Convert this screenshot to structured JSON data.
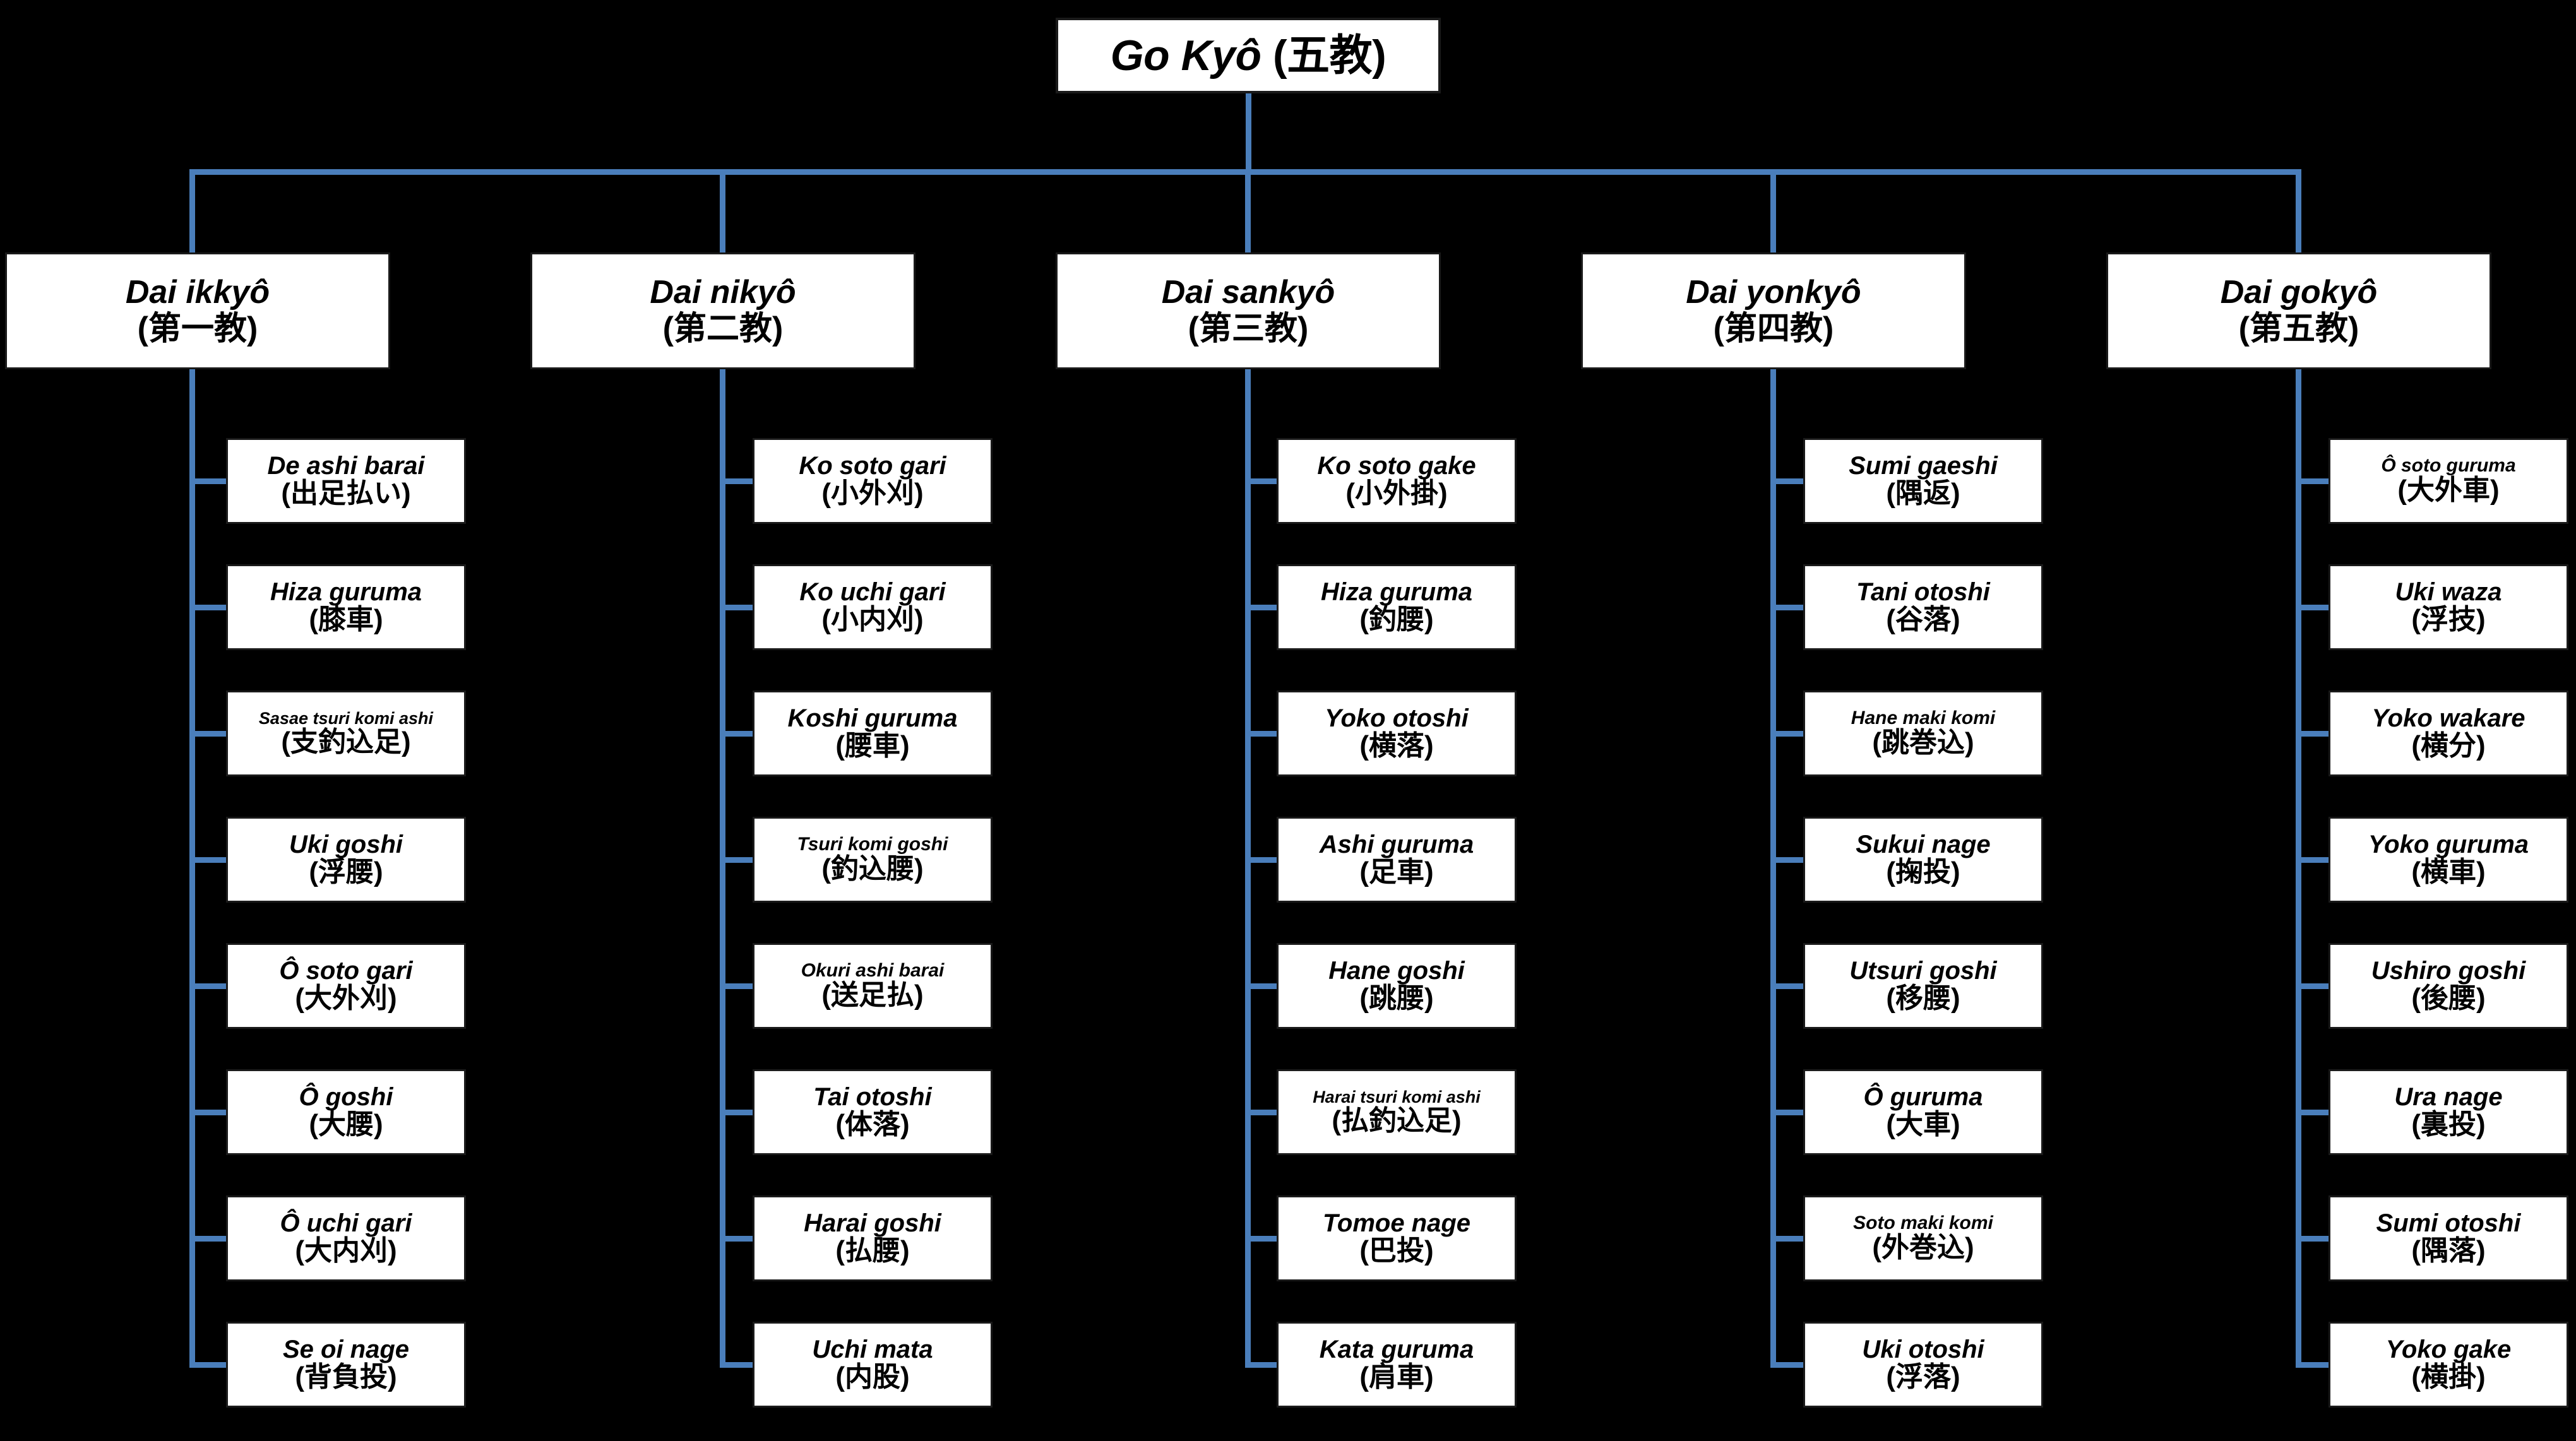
{
  "diagram": {
    "title_romaji": "Go Kyô ",
    "title_kanji": "(五教)",
    "background_color": "#000000",
    "box_color": "#ffffff",
    "connector_color": "#4a7ebb",
    "text_color": "#000000"
  },
  "chart_data": {
    "type": "tree",
    "root": "Go Kyô (五教)",
    "groups": 5,
    "leaves_per_group": 8
  },
  "categories": [
    {
      "romaji": "Dai ikkyô",
      "kanji": "(第一教)",
      "techniques": [
        {
          "romaji": "De ashi barai",
          "kanji": "(出足払い)",
          "size": "normal"
        },
        {
          "romaji": "Hiza guruma",
          "kanji": "(膝車)",
          "size": "normal"
        },
        {
          "romaji": "Sasae tsuri komi ashi",
          "kanji": "(支釣込足)",
          "size": "xs"
        },
        {
          "romaji": "Uki goshi",
          "kanji": "(浮腰)",
          "size": "normal"
        },
        {
          "romaji": "Ô soto gari",
          "kanji": "(大外刈)",
          "size": "normal"
        },
        {
          "romaji": "Ô goshi",
          "kanji": "(大腰)",
          "size": "normal"
        },
        {
          "romaji": "Ô uchi gari",
          "kanji": "(大内刈)",
          "size": "normal"
        },
        {
          "romaji": "Se oi nage",
          "kanji": "(背負投)",
          "size": "normal"
        }
      ]
    },
    {
      "romaji": "Dai nikyô",
      "kanji": "(第二教)",
      "techniques": [
        {
          "romaji": "Ko soto gari",
          "kanji": "(小外刈)",
          "size": "normal"
        },
        {
          "romaji": "Ko uchi gari",
          "kanji": "(小内刈)",
          "size": "normal"
        },
        {
          "romaji": "Koshi guruma",
          "kanji": "(腰車)",
          "size": "normal"
        },
        {
          "romaji": "Tsuri komi goshi",
          "kanji": "(釣込腰)",
          "size": "sm"
        },
        {
          "romaji": "Okuri ashi barai",
          "kanji": "(送足払)",
          "size": "sm"
        },
        {
          "romaji": "Tai otoshi",
          "kanji": "(体落)",
          "size": "normal"
        },
        {
          "romaji": "Harai goshi",
          "kanji": "(払腰)",
          "size": "normal"
        },
        {
          "romaji": "Uchi mata",
          "kanji": "(内股)",
          "size": "normal"
        }
      ]
    },
    {
      "romaji": "Dai sankyô",
      "kanji": "(第三教)",
      "techniques": [
        {
          "romaji": "Ko soto gake",
          "kanji": "(小外掛)",
          "size": "normal"
        },
        {
          "romaji": "Hiza guruma",
          "kanji": "(釣腰)",
          "size": "normal"
        },
        {
          "romaji": "Yoko otoshi",
          "kanji": "(横落)",
          "size": "normal"
        },
        {
          "romaji": "Ashi guruma",
          "kanji": "(足車)",
          "size": "normal"
        },
        {
          "romaji": "Hane goshi",
          "kanji": "(跳腰)",
          "size": "normal"
        },
        {
          "romaji": "Harai tsuri komi ashi",
          "kanji": "(払釣込足)",
          "size": "xs"
        },
        {
          "romaji": "Tomoe nage",
          "kanji": "(巴投)",
          "size": "normal"
        },
        {
          "romaji": "Kata guruma",
          "kanji": "(肩車)",
          "size": "normal"
        }
      ]
    },
    {
      "romaji": "Dai yonkyô",
      "kanji": "(第四教)",
      "techniques": [
        {
          "romaji": "Sumi gaeshi",
          "kanji": "(隅返)",
          "size": "normal"
        },
        {
          "romaji": "Tani otoshi",
          "kanji": "(谷落)",
          "size": "normal"
        },
        {
          "romaji": "Hane maki komi",
          "kanji": "(跳巻込)",
          "size": "sm"
        },
        {
          "romaji": "Sukui nage",
          "kanji": "(掬投)",
          "size": "normal"
        },
        {
          "romaji": "Utsuri goshi",
          "kanji": "(移腰)",
          "size": "normal"
        },
        {
          "romaji": "Ô guruma",
          "kanji": "(大車)",
          "size": "normal"
        },
        {
          "romaji": "Soto maki komi",
          "kanji": "(外巻込)",
          "size": "sm"
        },
        {
          "romaji": "Uki otoshi",
          "kanji": "(浮落)",
          "size": "normal"
        }
      ]
    },
    {
      "romaji": "Dai gokyô",
      "kanji": "(第五教)",
      "techniques": [
        {
          "romaji": "Ô soto guruma",
          "kanji": "(大外車)",
          "size": "sm"
        },
        {
          "romaji": "Uki waza",
          "kanji": "(浮技)",
          "size": "normal"
        },
        {
          "romaji": "Yoko wakare",
          "kanji": "(横分)",
          "size": "normal"
        },
        {
          "romaji": "Yoko guruma",
          "kanji": "(横車)",
          "size": "normal"
        },
        {
          "romaji": "Ushiro goshi",
          "kanji": "(後腰)",
          "size": "normal"
        },
        {
          "romaji": "Ura nage",
          "kanji": "(裏投)",
          "size": "normal"
        },
        {
          "romaji": "Sumi otoshi",
          "kanji": "(隅落)",
          "size": "normal"
        },
        {
          "romaji": "Yoko gake",
          "kanji": "(横掛)",
          "size": "normal"
        }
      ]
    }
  ]
}
